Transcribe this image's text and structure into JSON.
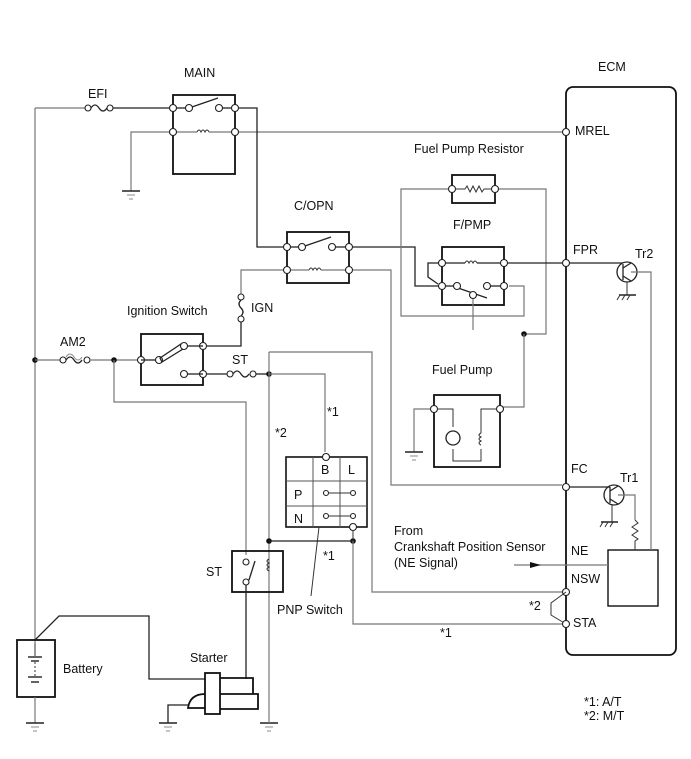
{
  "diagram": {
    "title": "Fuel Pump Control Circuit",
    "components": {
      "main_relay": "MAIN",
      "efi_fuse": "EFI",
      "ecm": "ECM",
      "fuel_pump_resistor": "Fuel Pump Resistor",
      "fpmp_relay": "F/PMP",
      "copn_relay": "C/OPN",
      "ignition_switch": "Ignition Switch",
      "ign_fuse": "IGN",
      "am2_fuse": "AM2",
      "st_fuse": "ST",
      "fuel_pump": "Fuel Pump",
      "pnp_switch": "PNP Switch",
      "st_relay": "ST",
      "battery": "Battery",
      "starter": "Starter",
      "tr1": "Tr1",
      "tr2": "Tr2"
    },
    "ecm_pins": {
      "mrel": "MREL",
      "fpr": "FPR",
      "fc": "FC",
      "ne": "NE",
      "nsw": "NSW",
      "sta": "STA"
    },
    "pnp_table": {
      "col_b": "B",
      "col_l": "L",
      "row_p": "P",
      "row_n": "N"
    },
    "crank_input": {
      "line1": "From",
      "line2": "Crankshaft Position Sensor",
      "line3": "(NE Signal)"
    },
    "marks": {
      "star1": "*1",
      "star2": "*2"
    },
    "footnotes": [
      "*1: A/T",
      "*2: M/T"
    ]
  }
}
